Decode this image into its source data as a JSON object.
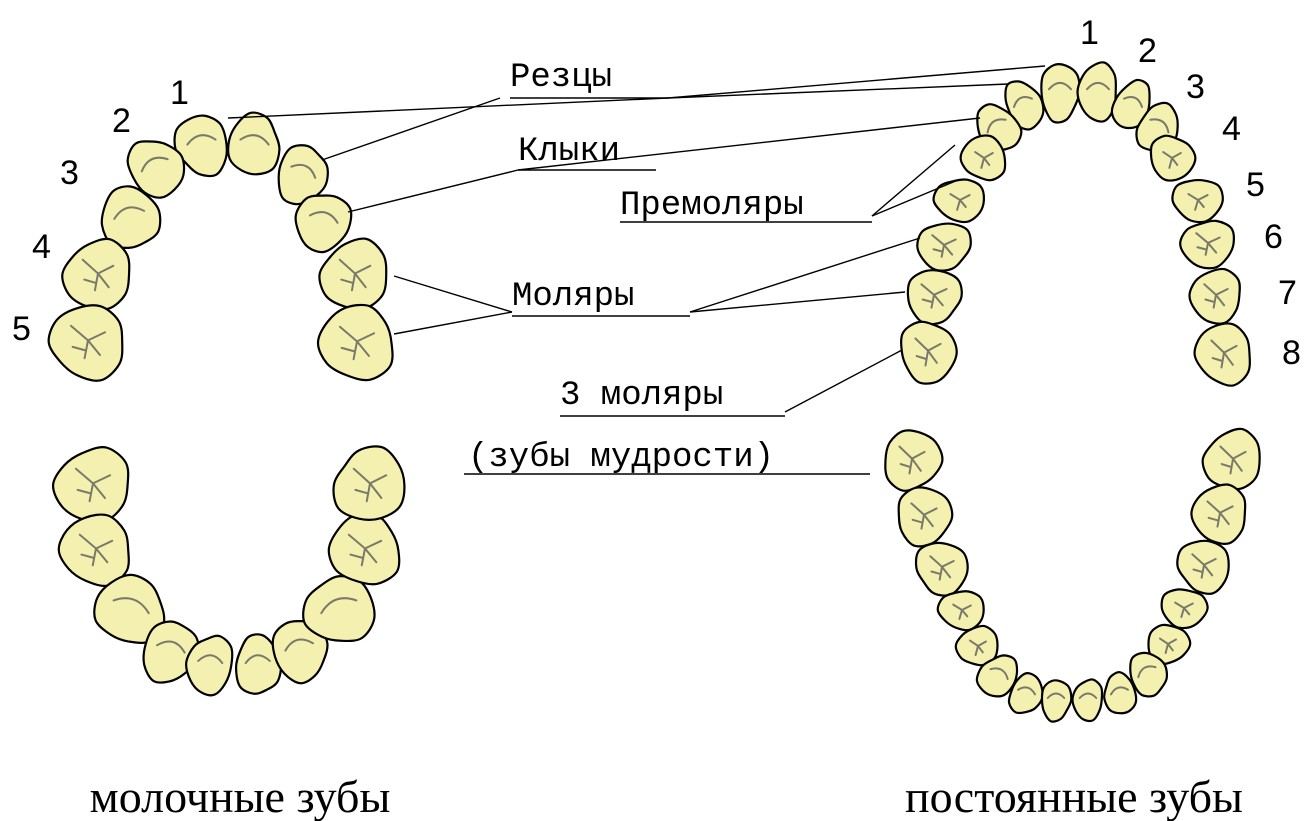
{
  "colors": {
    "tooth_fill": "#f4f0b0",
    "line": "#000000",
    "groove": "#7a7a6a"
  },
  "labels": {
    "incisors": "Резцы",
    "canines": "Клыки",
    "premolars": "Премоляры",
    "molars": "Моляры",
    "third_molars": "3 моляры",
    "wisdom_teeth": "(зубы мудрости)"
  },
  "captions": {
    "primary": "молочные зубы",
    "permanent": "постоянные зубы"
  },
  "primary_numbers": [
    "1",
    "2",
    "3",
    "4",
    "5"
  ],
  "permanent_numbers": [
    "1",
    "2",
    "3",
    "4",
    "5",
    "6",
    "7",
    "8"
  ]
}
